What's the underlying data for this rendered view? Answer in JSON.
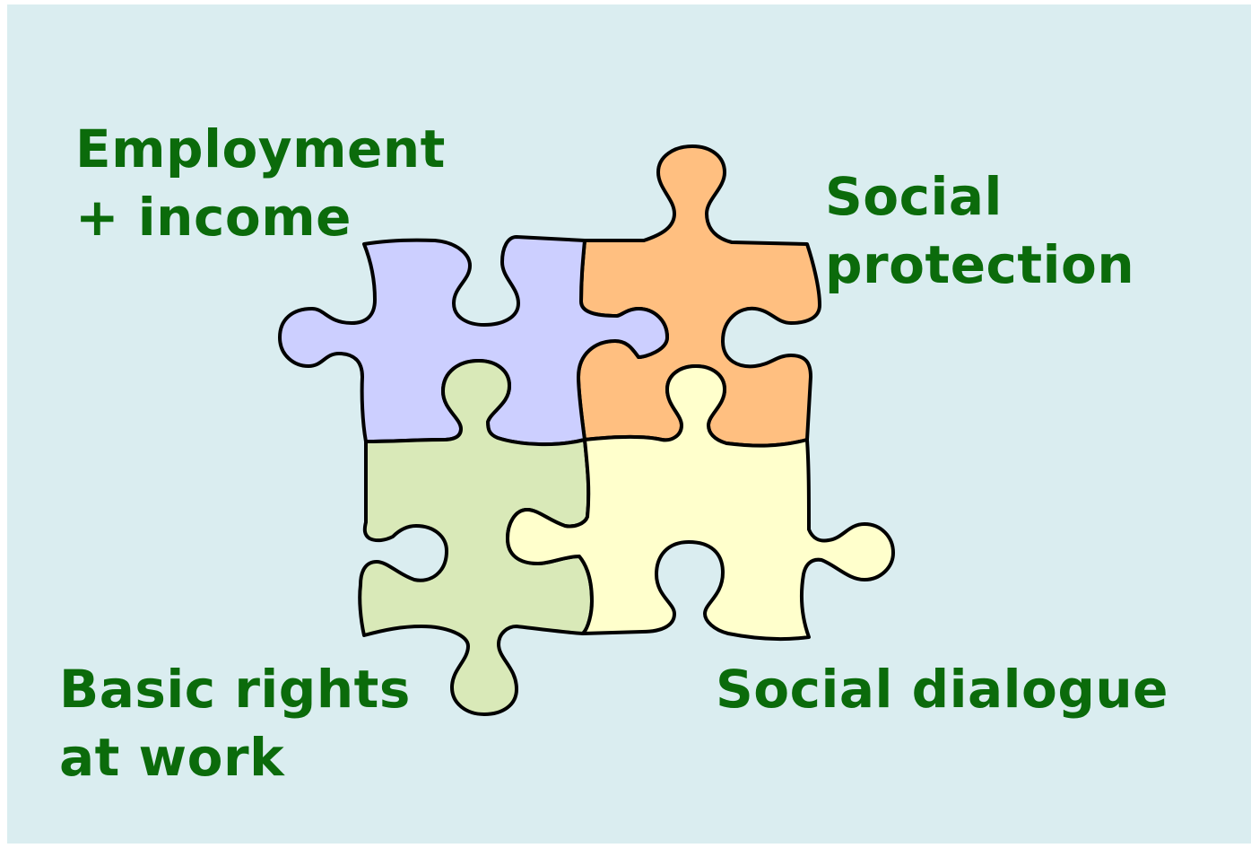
{
  "labels": {
    "employment": {
      "line1": "Employment",
      "line2": "+ income"
    },
    "social_protection": {
      "line1": "Social",
      "line2": "protection"
    },
    "basic_rights": {
      "line1": "Basic rights",
      "line2": "at work"
    },
    "social_dialogue": {
      "line1": "Social dialogue"
    }
  },
  "colors": {
    "background": "#daedf0",
    "text": "#0b6b0b",
    "piece_employment": "#cccfff",
    "piece_social_protection": "#ffbf80",
    "piece_basic_rights": "#d9e9b8",
    "piece_social_dialogue": "#ffffcc"
  }
}
